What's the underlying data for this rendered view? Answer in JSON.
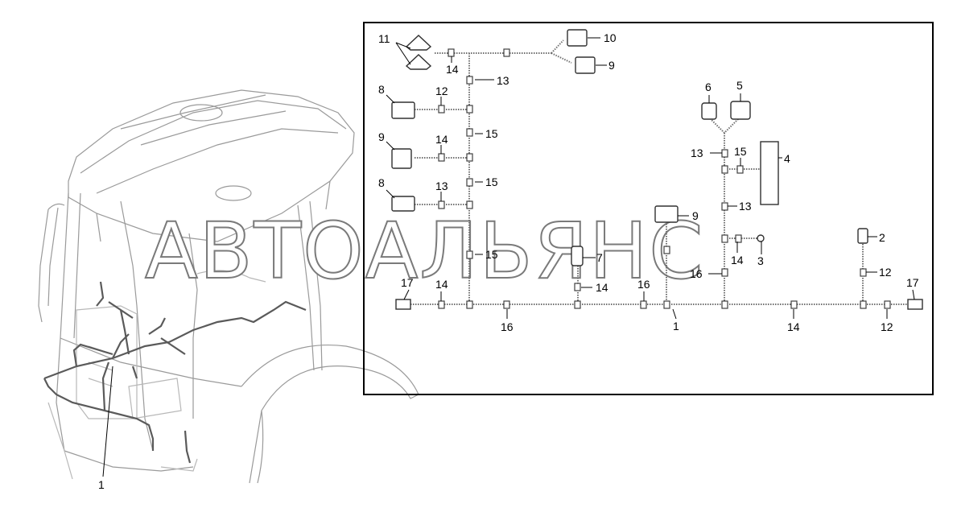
{
  "watermark": "АВТОАЛЬЯНС",
  "callout_main": "1",
  "labels": {
    "l11": "11",
    "l14a": "14",
    "l13a": "13",
    "l10": "10",
    "l9a": "9",
    "l8a": "8",
    "l12a": "12",
    "l9b": "9",
    "l14b": "14",
    "l15a": "15",
    "l8b": "8",
    "l13b": "13",
    "l15b": "15",
    "l15c": "15",
    "l17a": "17",
    "l14c": "14",
    "l16a": "16",
    "l7": "7",
    "l14d": "14",
    "l9c": "9",
    "l16b": "16",
    "l1": "1",
    "l6": "6",
    "l5": "5",
    "l13c": "13",
    "l15d": "15",
    "l4": "4",
    "l13d": "13",
    "l14e": "14",
    "l3": "3",
    "l16c": "16",
    "l2": "2",
    "l12b": "12",
    "l17b": "17",
    "l14f": "14",
    "l12c": "12"
  }
}
